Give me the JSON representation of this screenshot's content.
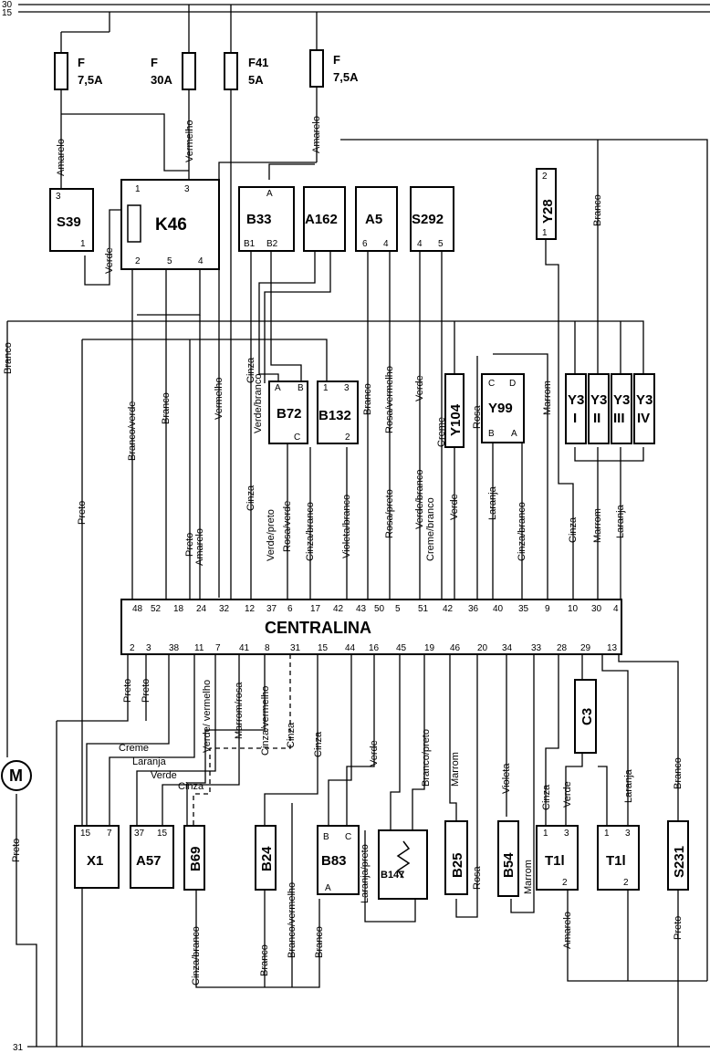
{
  "rails": {
    "r30": "30",
    "r15": "15",
    "r31": "31"
  },
  "fuses": [
    {
      "name": "F",
      "rating": "7,5A"
    },
    {
      "name": "F",
      "rating": "30A"
    },
    {
      "name": "F41",
      "rating": "5A"
    },
    {
      "name": "F",
      "rating": "7,5A"
    }
  ],
  "components": {
    "S39": "S39",
    "K46": "K46",
    "B33": "B33",
    "A162": "A162",
    "A5": "A5",
    "S292": "S292",
    "Y28": "Y28",
    "B72": "B72",
    "B132": "B132",
    "Y104": "Y104",
    "Y99": "Y99",
    "Y3": "Y3",
    "Y3_I": "I",
    "Y3_II": "II",
    "Y3_III": "III",
    "Y3_IV": "IV",
    "ecu": "CENTRALINA",
    "X1": "X1",
    "A57": "A57",
    "B69": "B69",
    "B24": "B24",
    "B83": "B83",
    "B147": "B147",
    "B25": "B25",
    "B54": "B54",
    "T1a": "T1l",
    "T1b": "T1l",
    "S231": "S231",
    "C3": "C3",
    "M": "M"
  },
  "ecu_pins_top": [
    "48",
    "52",
    "18",
    "24",
    "32",
    "12",
    "37",
    "6",
    "17",
    "42",
    "43",
    "50",
    "5",
    "51",
    "42",
    "36",
    "40",
    "35",
    "9",
    "10",
    "30",
    "4"
  ],
  "ecu_pins_bottom": [
    "2",
    "3",
    "38",
    "11",
    "7",
    "41",
    "8",
    "31",
    "15",
    "44",
    "16",
    "45",
    "19",
    "46",
    "20",
    "34",
    "33",
    "28",
    "29",
    "13"
  ],
  "wires_top": [
    "Branco/verde",
    "Branco",
    "Preto",
    "Amarelo",
    "Vermelho",
    "Cinza",
    "Verde/preto",
    "Rosa/verde",
    "Cinza/branco",
    "Violeta/branco",
    "Branco",
    "Rosa/preto",
    "Verde/branco",
    "Creme/branco",
    "Verde",
    "Laranja",
    "Cinza/branco",
    "Marrom",
    "Cinza",
    "Marrom",
    "Laranja"
  ],
  "wires_misc": {
    "amarelo": "Amarelo",
    "vermelho": "Vermelho",
    "verde": "Verde",
    "branco": "Branco",
    "preto": "Preto",
    "cinza": "Cinza",
    "verde_branco": "Verde/branco",
    "rosa_vermelho": "Rosa/vermelho",
    "creme": "Creme",
    "rosa": "Rosa",
    "marrom": "Marrom",
    "creme_b": "Creme",
    "laranja_b": "Laranja",
    "verde_b": "Verde",
    "cinza_b": "Cinza",
    "verde_vermelho": "Verde/\nvermelho",
    "marrom_rosa": "Marrom/rosa",
    "cinza_vermelho": "Cinza/vermelho",
    "cinza_b2": "Cinza",
    "cinza_b3": "Cinza",
    "verde_b2": "Verde",
    "branco_preto": "Branco/preto",
    "marrom_b": "Marrom",
    "violeta": "Violeta",
    "cinza_b4": "Cinza",
    "verde_b3": "Verde",
    "laranja_b2": "Laranja",
    "branco_b": "Branco",
    "cinza_branco_b": "Cinza/branco",
    "branco_b2": "Branco",
    "branco_vermelho": "Branco/vermelho",
    "branco_b3": "Branco",
    "laranja_preto": "Laranja/preto",
    "rosa_b": "Rosa",
    "marrom_b2": "Marrom",
    "amarelo_b": "Amarelo",
    "preto_b": "Preto",
    "preto_m": "Preto",
    "branco_m": "Branco",
    "preto_l": "Preto",
    "preto_e1": "Preto",
    "preto_e2": "Preto"
  }
}
